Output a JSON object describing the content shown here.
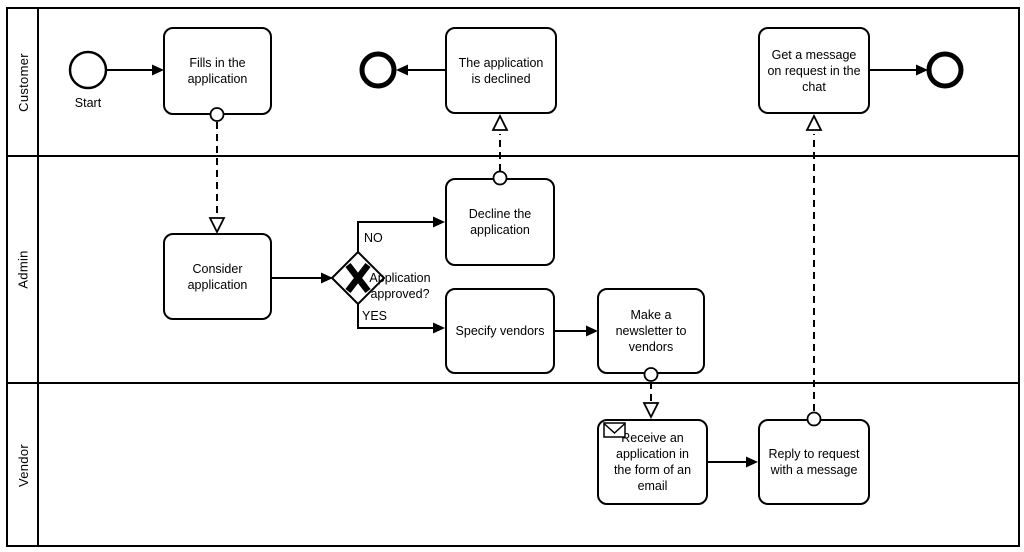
{
  "lanes": [
    {
      "label": "Customer"
    },
    {
      "label": "Admin"
    },
    {
      "label": "Vendor"
    }
  ],
  "events": {
    "start_label": "Start"
  },
  "tasks": {
    "fills_in": "Fills in the\napplication",
    "declined": "The application\nis declined",
    "get_message": "Get a message\non request in the\nchat",
    "consider": "Consider\napplication",
    "decline": "Decline the\napplication",
    "specify": "Specify vendors",
    "newsletter": "Make a\nnewsletter to\nvendors",
    "receive": "Receive an\napplication in\nthe form of an\nemail",
    "reply": "Reply to request\nwith a message"
  },
  "gateway": {
    "question": "Application\napproved?",
    "no_label": "NO",
    "yes_label": "YES"
  },
  "icons": {
    "envelope": "message-envelope-icon"
  },
  "colors": {
    "line": "#000000",
    "shape_fill": "#ffffff",
    "background": "#ffffff"
  }
}
